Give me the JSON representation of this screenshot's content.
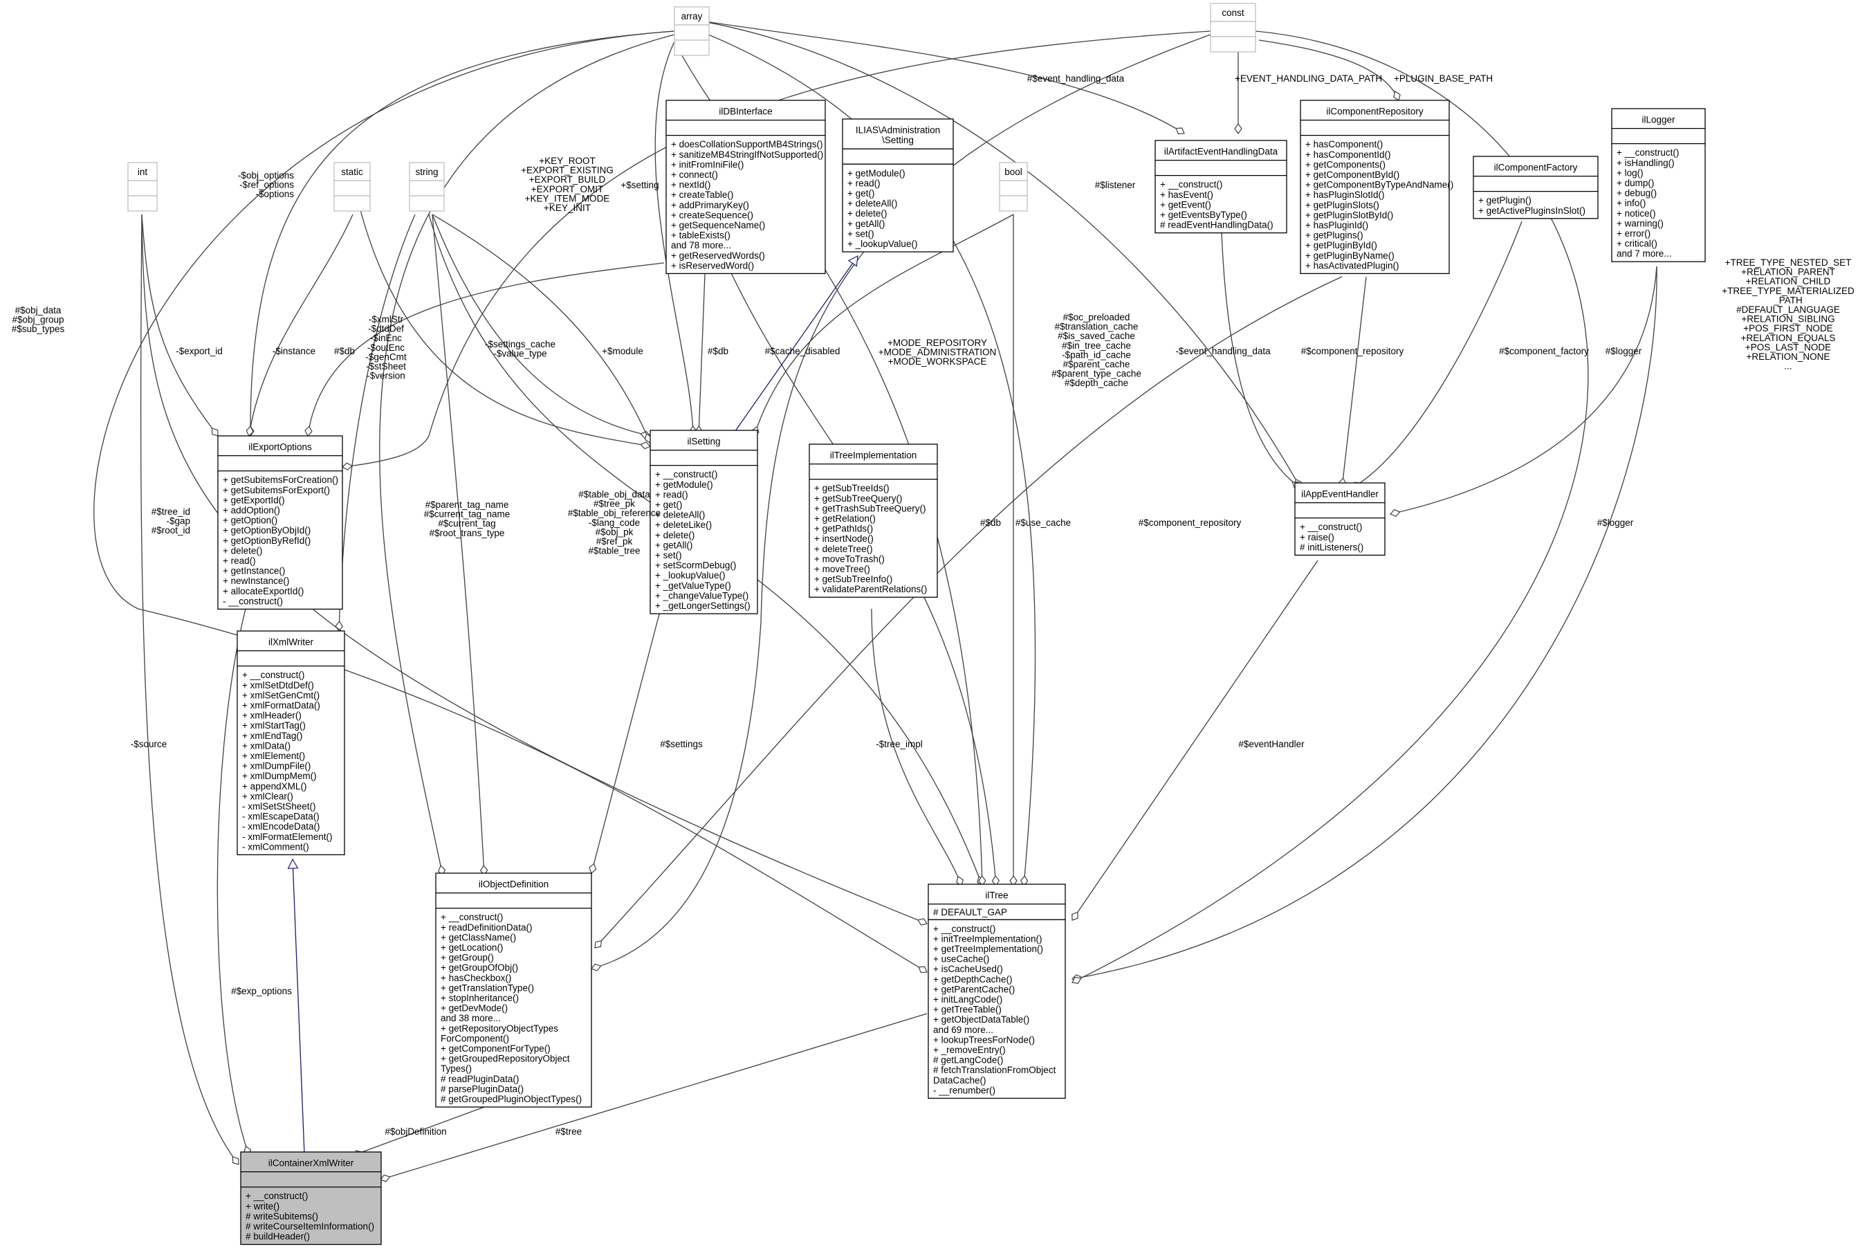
{
  "colors": {
    "box_stroke": "#000000",
    "box_fill": "#ffffff",
    "highlight_fill": "#bfbfbf",
    "ghost_stroke": "#bfbfbf",
    "inherit_edge": "#191970",
    "edge": "#404040"
  },
  "classes": [
    {
      "id": "array",
      "name": "array",
      "ghost": true,
      "members": []
    },
    {
      "id": "const",
      "name": "const",
      "ghost": true,
      "members": []
    },
    {
      "id": "int",
      "name": "int",
      "ghost": true,
      "members": []
    },
    {
      "id": "static",
      "name": "static",
      "ghost": true,
      "members": []
    },
    {
      "id": "string",
      "name": "string",
      "ghost": true,
      "members": []
    },
    {
      "id": "bool",
      "name": "bool",
      "ghost": true,
      "members": []
    },
    {
      "id": "ilDBInterface",
      "name": "ilDBInterface",
      "attrs": [],
      "members": [
        "+ doesCollationSupportMB4Strings()",
        "+ sanitizeMB4StringIfNotSupported()",
        "+ initFromIniFile()",
        "+ connect()",
        "+ nextId()",
        "+ createTable()",
        "+ addPrimaryKey()",
        "+ createSequence()",
        "+ getSequenceName()",
        "+ tableExists()",
        "and 78 more...",
        "+ getReservedWords()",
        "+ isReservedWord()"
      ]
    },
    {
      "id": "adminSetting",
      "name_lines": [
        "ILIAS\\Administration",
        "\\Setting"
      ],
      "attrs": [],
      "members": [
        "+ getModule()",
        "+ read()",
        "+ get()",
        "+ deleteAll()",
        "+ delete()",
        "+ getAll()",
        "+ set()",
        "+ _lookupValue()"
      ]
    },
    {
      "id": "ilArtifactEventHandlingData",
      "name": "ilArtifactEventHandlingData",
      "attrs": [],
      "members": [
        "+ __construct()",
        "+ hasEvent()",
        "+ getEvent()",
        "+ getEventsByType()",
        "# readEventHandlingData()"
      ]
    },
    {
      "id": "ilComponentRepository",
      "name": "ilComponentRepository",
      "attrs": [],
      "members": [
        "+ hasComponent()",
        "+ hasComponentId()",
        "+ getComponents()",
        "+ getComponentById()",
        "+ getComponentByTypeAndName()",
        "+ hasPluginSlotId()",
        "+ getPluginSlots()",
        "+ getPluginSlotById()",
        "+ hasPluginId()",
        "+ getPlugins()",
        "+ getPluginById()",
        "+ getPluginByName()",
        "+ hasActivatedPlugin()"
      ]
    },
    {
      "id": "ilComponentFactory",
      "name": "ilComponentFactory",
      "attrs": [],
      "members": [
        "+ getPlugin()",
        "+ getActivePluginsInSlot()"
      ]
    },
    {
      "id": "ilLogger",
      "name": "ilLogger",
      "attrs": [],
      "members": [
        "+ __construct()",
        "+ isHandling()",
        "+ log()",
        "+ dump()",
        "+ debug()",
        "+ info()",
        "+ notice()",
        "+ warning()",
        "+ error()",
        "+ critical()",
        "and 7 more..."
      ]
    },
    {
      "id": "ilExportOptions",
      "name": "ilExportOptions",
      "attrs": [],
      "members": [
        "+ getSubitemsForCreation()",
        "+ getSubitemsForExport()",
        "+ getExportId()",
        "+ addOption()",
        "+ getOption()",
        "+ getOptionByObjId()",
        "+ getOptionByRefId()",
        "+ delete()",
        "+ read()",
        "+ getInstance()",
        "+ newInstance()",
        "+ allocateExportId()",
        "- __construct()"
      ]
    },
    {
      "id": "ilSetting",
      "name": "ilSetting",
      "attrs": [],
      "members": [
        "+ __construct()",
        "+ getModule()",
        "+ read()",
        "+ get()",
        "+ deleteAll()",
        "+ deleteLike()",
        "+ delete()",
        "+ getAll()",
        "+ set()",
        "+ setScormDebug()",
        "+ _lookupValue()",
        "+ _getValueType()",
        "+ _changeValueType()",
        "+ _getLongerSettings()"
      ]
    },
    {
      "id": "ilTreeImplementation",
      "name": "ilTreeImplementation",
      "attrs": [],
      "members": [
        "+ getSubTreeIds()",
        "+ getSubTreeQuery()",
        "+ getTrashSubTreeQuery()",
        "+ getRelation()",
        "+ getPathIds()",
        "+ insertNode()",
        "+ deleteTree()",
        "+ moveToTrash()",
        "+ moveTree()",
        "+ getSubTreeInfo()",
        "+ validateParentRelations()"
      ]
    },
    {
      "id": "ilAppEventHandler",
      "name": "ilAppEventHandler",
      "attrs": [],
      "members": [
        "+ __construct()",
        "+ raise()",
        "# initListeners()"
      ]
    },
    {
      "id": "ilXmlWriter",
      "name": "ilXmlWriter",
      "attrs": [],
      "members": [
        "+ __construct()",
        "+ xmlSetDtdDef()",
        "+ xmlSetGenCmt()",
        "+ xmlFormatData()",
        "+ xmlHeader()",
        "+ xmlStartTag()",
        "+ xmlEndTag()",
        "+ xmlData()",
        "+ xmlElement()",
        "+ xmlDumpFile()",
        "+ xmlDumpMem()",
        "+ appendXML()",
        "+ xmlClear()",
        "- xmlSetStSheet()",
        "- xmlEscapeData()",
        "- xmlEncodeData()",
        "- xmlFormatElement()",
        "- xmlComment()"
      ]
    },
    {
      "id": "ilObjectDefinition",
      "name": "ilObjectDefinition",
      "attrs": [],
      "members": [
        "+ __construct()",
        "+ readDefinitionData()",
        "+ getClassName()",
        "+ getLocation()",
        "+ getGroup()",
        "+ getGroupOfObj()",
        "+ hasCheckbox()",
        "+ getTranslationType()",
        "+ stopInheritance()",
        "+ getDevMode()",
        "and 38 more...",
        "+ getRepositoryObjectTypes",
        "ForComponent()",
        "+ getComponentForType()",
        "+ getGroupedRepositoryObject",
        "Types()",
        "# readPluginData()",
        "# parsePluginData()",
        "# getGroupedPluginObjectTypes()"
      ]
    },
    {
      "id": "ilTree",
      "name": "ilTree",
      "attrs": [
        "# DEFAULT_GAP"
      ],
      "members": [
        "+ __construct()",
        "+ initTreeImplementation()",
        "+ getTreeImplementation()",
        "+ useCache()",
        "+ isCacheUsed()",
        "+ getDepthCache()",
        "+ getParentCache()",
        "+ initLangCode()",
        "+ getTreeTable()",
        "+ getObjectDataTable()",
        "and 69 more...",
        "+ lookupTreesForNode()",
        "+ _removeEntry()",
        "# getLangCode()",
        "# fetchTranslationFromObject",
        "DataCache()",
        "- __renumber()"
      ]
    },
    {
      "id": "ilContainerXmlWriter",
      "name": "ilContainerXmlWriter",
      "highlight": true,
      "attrs": [],
      "members": [
        "+ __construct()",
        "+ write()",
        "# writeSubitems()",
        "# writeCourseItemInformation()",
        "# buildHeader()"
      ]
    }
  ],
  "edge_labels": {
    "event_handling_data_arr": [
      "#$event_handling_data"
    ],
    "event_handling_data_path": [
      "+EVENT_HANDLING_DATA_PATH"
    ],
    "plugin_base_path": [
      "+PLUGIN_BASE_PATH"
    ],
    "export_consts": [
      "+KEY_ROOT",
      "+EXPORT_EXISTING",
      "+EXPORT_BUILD",
      "+EXPORT_OMIT",
      "+KEY_ITEM_MODE",
      "+KEY_INIT"
    ],
    "obj_options": [
      "-$obj_options",
      "-$ref_options",
      "-$options"
    ],
    "setting": [
      "+$setting"
    ],
    "listener": [
      "#$listener"
    ],
    "obj_data": [
      "#$obj_data",
      "#$obj_group",
      "#$sub_types"
    ],
    "export_id": [
      "-$export_id"
    ],
    "instance": [
      "-$instance"
    ],
    "db_export": [
      "#$db"
    ],
    "xml_vars": [
      "-$xmlStr",
      "-$dtdDef",
      "-$inEnc",
      "-$outEnc",
      "-$genCmt",
      "-$stSheet",
      "-$version"
    ],
    "settings_cache": [
      "-$settings_cache",
      "-$value_type"
    ],
    "module": [
      "+$module"
    ],
    "db_setting": [
      "#$db"
    ],
    "cache_disabled": [
      "#$cache_disabled"
    ],
    "modes": [
      "+MODE_REPOSITORY",
      "+MODE_ADMINISTRATION",
      "+MODE_WORKSPACE"
    ],
    "tree_caches": [
      "#$oc_preloaded",
      "#$translation_cache",
      "#$is_saved_cache",
      "#$in_tree_cache",
      "-$path_id_cache",
      "#$parent_cache",
      "#$parent_type_cache",
      "#$depth_cache"
    ],
    "event_handling_data_var": [
      "-$event_handling_data"
    ],
    "component_repository_app": [
      "#$component_repository"
    ],
    "component_factory": [
      "#$component_factory"
    ],
    "logger_app": [
      "#$logger"
    ],
    "tree_consts": [
      "+TREE_TYPE_NESTED_SET",
      "+RELATION_PARENT",
      "+RELATION_CHILD",
      "+TREE_TYPE_MATERIALIZED",
      "_PATH",
      "#DEFAULT_LANGUAGE",
      "+RELATION_SIBLING",
      "+POS_FIRST_NODE",
      "+RELATION_EQUALS",
      "+POS_LAST_NODE",
      "+RELATION_NONE",
      "..."
    ],
    "tree_id": [
      "#$tree_id",
      "-$gap",
      "#$root_id"
    ],
    "parent_tag": [
      "#$parent_tag_name",
      "#$current_tag_name",
      "#$current_tag",
      "#$root_trans_type"
    ],
    "table_obj": [
      "#$table_obj_data",
      "#$tree_pk",
      "#$table_obj_reference",
      "-$lang_code",
      "#$obj_pk",
      "#$ref_pk",
      "#$table_tree"
    ],
    "db_tree": [
      "#$db"
    ],
    "use_cache": [
      "#$use_cache"
    ],
    "component_repository_def": [
      "#$component_repository"
    ],
    "logger_tree": [
      "#$logger"
    ],
    "source": [
      "-$source"
    ],
    "settings": [
      "#$settings"
    ],
    "tree_impl": [
      "-$tree_impl"
    ],
    "event_handler": [
      "#$eventHandler"
    ],
    "exp_options": [
      "#$exp_options"
    ],
    "obj_definition": [
      "#$objDefinition"
    ],
    "tree": [
      "#$tree"
    ]
  }
}
